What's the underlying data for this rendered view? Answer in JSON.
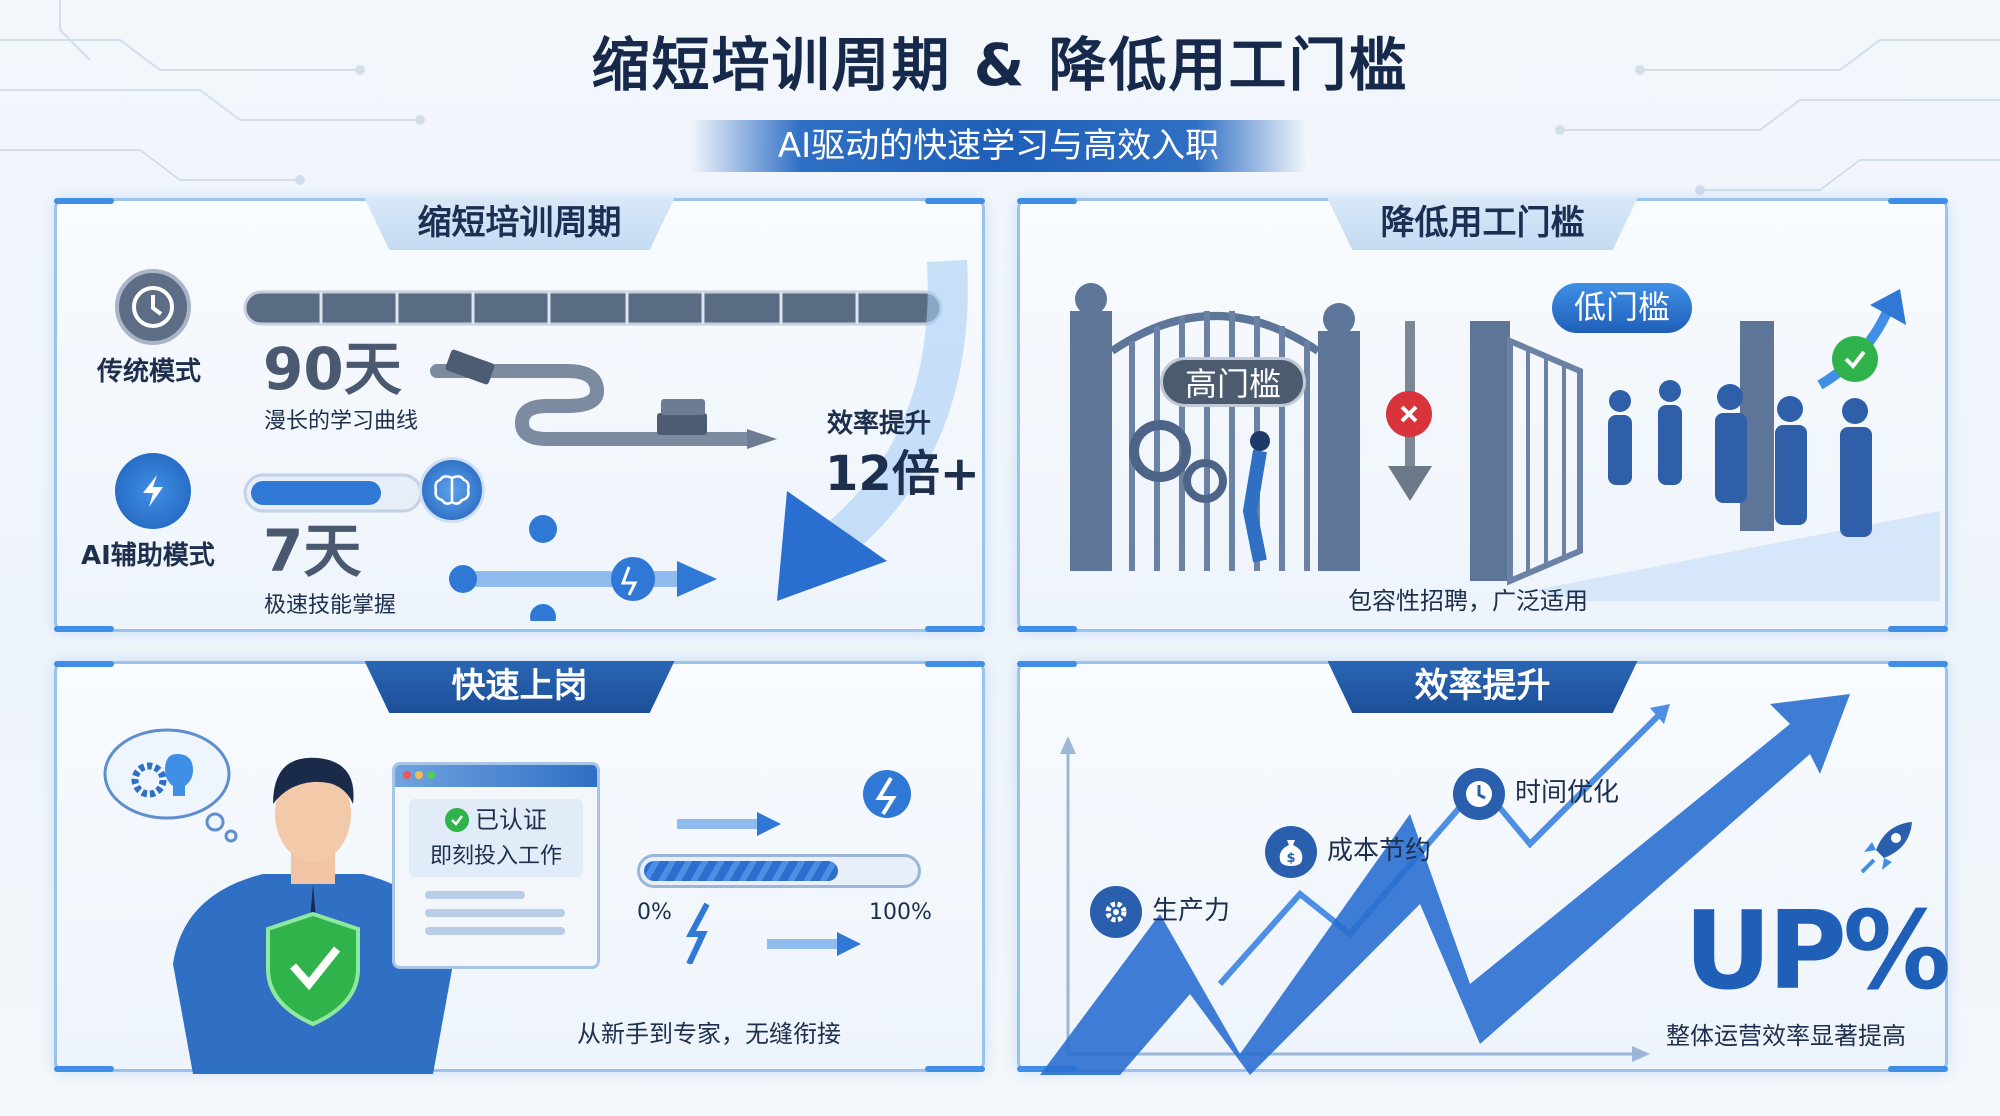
{
  "header": {
    "title": "缩短培训周期 & 降低用工门槛",
    "subtitle": "AI驱动的快速学习与高效入职"
  },
  "panels": {
    "training": {
      "title": "缩短培训周期",
      "traditional": {
        "label": "传统模式",
        "days": "90天",
        "caption": "漫长的学习曲线"
      },
      "ai": {
        "label": "AI辅助模式",
        "days": "7天",
        "caption": "极速技能掌握"
      },
      "gain_label": "效率提升",
      "gain_value": "12倍+"
    },
    "threshold": {
      "title": "降低用工门槛",
      "high_label": "高门槛",
      "low_label": "低门槛",
      "caption": "包容性招聘，广泛适用"
    },
    "onboarding": {
      "title": "快速上岗",
      "card_status": "已认证",
      "card_text": "即刻投入工作",
      "progress_start": "0%",
      "progress_end": "100%",
      "progress_value": 0.72,
      "caption": "从新手到专家，无缝衔接"
    },
    "efficiency": {
      "title": "效率提升",
      "items": [
        "生产力",
        "成本节约",
        "时间优化"
      ],
      "up_label": "UP%",
      "caption": "整体运营效率显著提高"
    }
  },
  "colors": {
    "primary": "#1f5fb8",
    "accent": "#3f8fe6",
    "dark": "#16294a",
    "danger": "#d9333b",
    "success": "#2fb34a"
  }
}
